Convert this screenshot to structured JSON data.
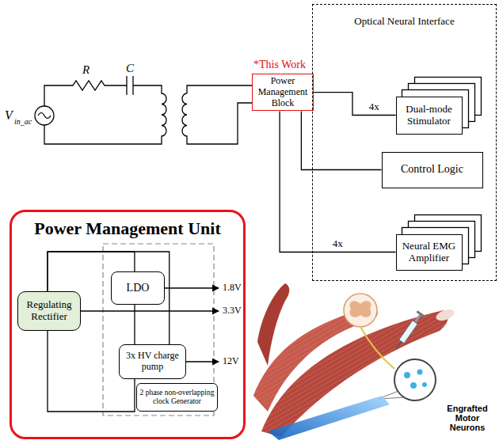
{
  "diagram": {
    "nodes": [
      {
        "text": [
          "Power Management Block"
        ]
      },
      {
        "text": [
          "Optical Neural Interface"
        ]
      },
      {
        "text": [
          "Dual-mode Stimulator"
        ],
        "in": 1
      },
      {
        "text": [
          "Control Logic"
        ],
        "in": 1
      },
      {
        "text": [
          "Neural EMG Amplifier"
        ],
        "in": 1
      },
      {
        "text": [
          "Power Management Unit"
        ]
      },
      {
        "text": [
          "Regulating Rectifier"
        ],
        "in": 5
      },
      {
        "text": [
          "LDO"
        ],
        "in": 5
      },
      {
        "text": [
          "3x HV charge pump"
        ],
        "in": 5
      },
      {
        "text": [
          "2 phase non-overlapping clock Generator"
        ],
        "in": 5
      }
    ],
    "edges": [
      {
        "from": 0,
        "to": 2,
        "label": "4x",
        "arrow": "none"
      },
      {
        "from": 0,
        "to": 3,
        "arrow": "none"
      },
      {
        "from": 0,
        "to": 4,
        "label": "4x",
        "arrow": "none"
      },
      {
        "from": 6,
        "to": 7,
        "arrow": "none"
      },
      {
        "from": 6,
        "to": 8,
        "arrow": "none"
      }
    ],
    "labels": [
      "R",
      "C",
      "V",
      "in_ac",
      "*This Work",
      "1.8V",
      "3.3V",
      "12V",
      "Engrafted Motor Neurons"
    ]
  }
}
